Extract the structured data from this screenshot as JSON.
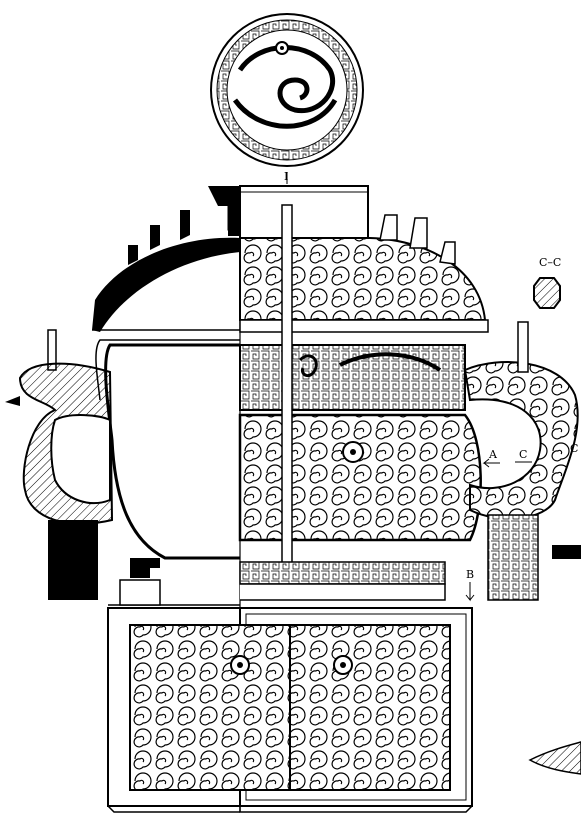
{
  "labels": {
    "section_cc": "C–C",
    "marker_a": "A",
    "marker_b": "B",
    "marker_c_left": "C",
    "marker_c_right": "C",
    "marker_i": "I"
  },
  "colors": {
    "ink": "#000000",
    "paper": "#ffffff",
    "hatch": "#000000"
  },
  "icons": {
    "section_arrow": "arrow-left-icon",
    "down_arrow": "arrow-down-icon"
  }
}
